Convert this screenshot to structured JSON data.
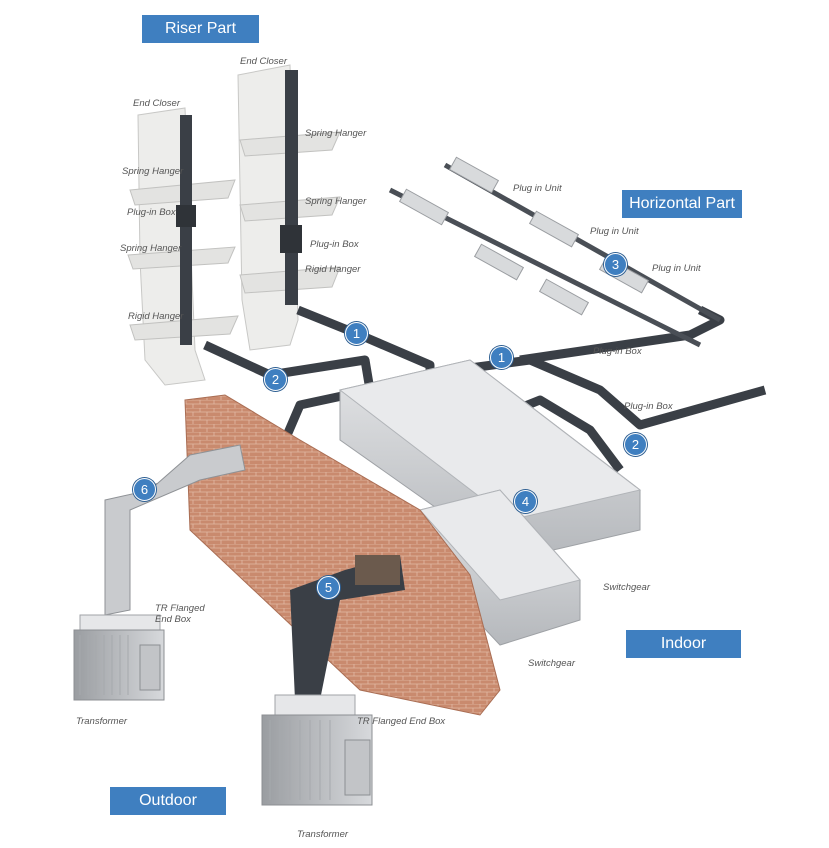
{
  "sections": {
    "riser": "Riser Part",
    "horizontal": "Horizontal Part",
    "indoor": "Indoor",
    "outdoor": "Outdoor"
  },
  "labels": {
    "riser_left": {
      "end_closer": "End Closer",
      "spring_hanger_1": "Spring Hanger",
      "plug_in_box": "Plug-in Box",
      "spring_hanger_2": "Spring Hanger",
      "rigid_hanger": "Rigid Hanger"
    },
    "riser_right": {
      "end_closer": "End Closer",
      "spring_hanger_1": "Spring Hanger",
      "spring_hanger_2": "Spring Hanger",
      "plug_in_box": "Plug-in Box",
      "rigid_hanger": "Rigid Hanger"
    },
    "horizontal": {
      "plug_in_unit_1": "Plug in Unit",
      "plug_in_unit_2": "Plug in Unit",
      "plug_in_unit_3": "Plug in Unit",
      "plug_in_box_1": "Plug-in Box",
      "plug_in_box_2": "Plug-in Box"
    },
    "switchgear_1": "Switchgear",
    "switchgear_2": "Switchgear",
    "tr_flanged_left": "TR Flanged\nEnd Box",
    "tr_flanged_right": "TR Flanged End Box",
    "transformer_left": "Transformer",
    "transformer_right": "Transformer"
  },
  "badges": {
    "riser_1": "1",
    "riser_2": "2",
    "horiz_1": "1",
    "horiz_2": "2",
    "horiz_3": "3",
    "switchgear_4": "4",
    "wall_5": "5",
    "outdoor_6": "6"
  },
  "colors": {
    "section_blue": "#3f7fc0",
    "busway_dark": "#3a3f46",
    "concrete": "#e8e8e6",
    "brick": "#c9866a",
    "switchgear": "#cfd1d3"
  }
}
